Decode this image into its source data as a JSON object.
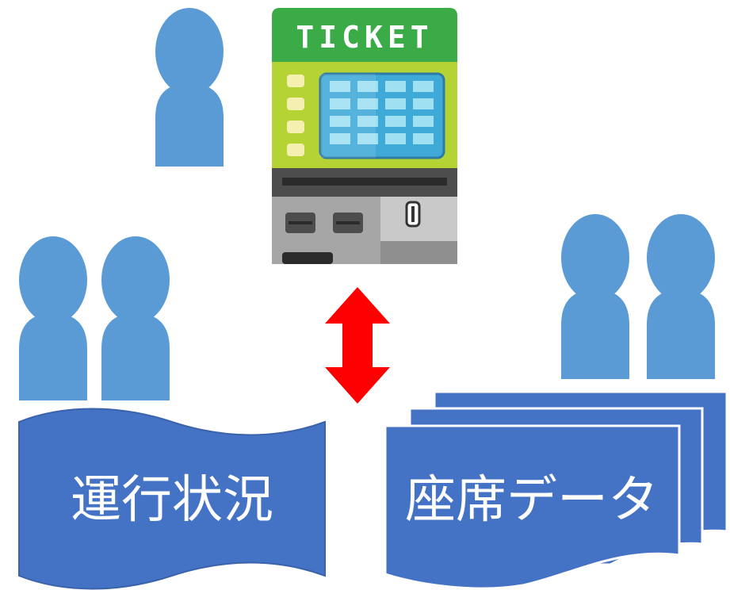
{
  "ticket_machine": {
    "header": "TICKET"
  },
  "labels": {
    "operation_status": "運行状況",
    "seat_data": "座席データ"
  },
  "colors": {
    "person": "#5b9bd5",
    "shape_fill": "#4472c4",
    "arrow": "#ff0000",
    "machine_green": "#3aab47",
    "machine_lime": "#b5d334",
    "screen_blue": "#3fa9d8",
    "screen_tile": "#9fe0f2",
    "machine_gray": "#a6a6a6"
  }
}
